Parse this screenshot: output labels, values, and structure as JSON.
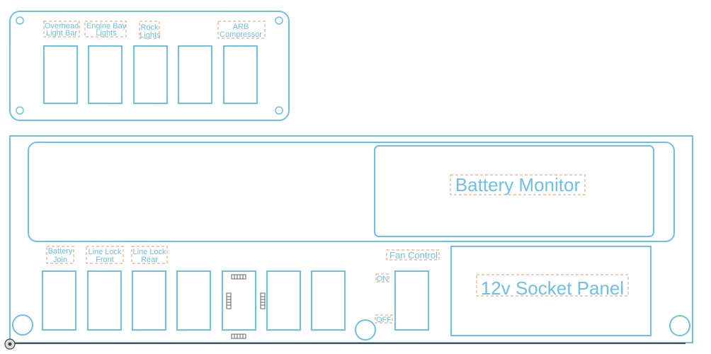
{
  "top_panel": {
    "switches": [
      {
        "line1": "Overhead",
        "line2": "Light Bar"
      },
      {
        "line1": "Engine Bay",
        "line2": "Lights"
      },
      {
        "line1": "Rock",
        "line2": "Lights"
      },
      {
        "line1": "",
        "line2": ""
      },
      {
        "line1": "ARB",
        "line2": "Compressor"
      }
    ]
  },
  "bottom_panel": {
    "battery_monitor_label": "Battery Monitor",
    "socket_panel_label": "12v Socket Panel",
    "fan_control_label": "Fan Control",
    "fan_on_label": "ON",
    "fan_off_label": "OFF",
    "switches": [
      {
        "line1": "Battery",
        "line2": "Join"
      },
      {
        "line1": "Line Lock",
        "line2": "Front"
      },
      {
        "line1": "Line Lock",
        "line2": "Rear"
      },
      {
        "line1": "",
        "line2": ""
      },
      {
        "line1": "",
        "line2": ""
      },
      {
        "line1": "",
        "line2": ""
      },
      {
        "line1": "",
        "line2": ""
      }
    ]
  }
}
